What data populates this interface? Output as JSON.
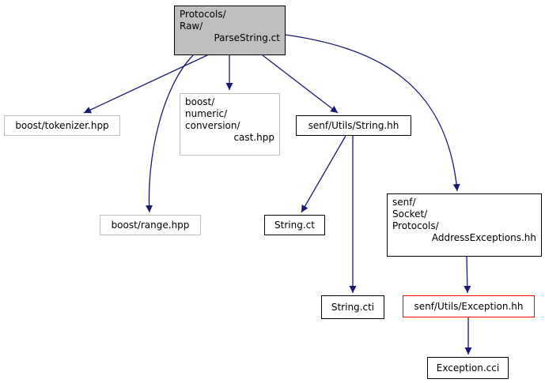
{
  "graph": {
    "nodes": [
      {
        "id": "parse_string_ct",
        "lines": [
          "Protocols/",
          "Raw/",
          "ParseString.ct"
        ],
        "style": "root"
      },
      {
        "id": "boost_tokenizer",
        "lines": [
          "boost/tokenizer.hpp"
        ],
        "style": "gray"
      },
      {
        "id": "boost_numeric_cast",
        "lines": [
          "boost/",
          "numeric/",
          "conversion/",
          "cast.hpp"
        ],
        "style": "gray"
      },
      {
        "id": "senf_string_hh",
        "lines": [
          "senf/Utils/String.hh"
        ],
        "style": "black"
      },
      {
        "id": "boost_range",
        "lines": [
          "boost/range.hpp"
        ],
        "style": "gray"
      },
      {
        "id": "string_ct",
        "lines": [
          "String.ct"
        ],
        "style": "black"
      },
      {
        "id": "address_exceptions",
        "lines": [
          "senf/",
          "Socket/",
          "Protocols/",
          "AddressExceptions.hh"
        ],
        "style": "black"
      },
      {
        "id": "string_cti",
        "lines": [
          "String.cti"
        ],
        "style": "black"
      },
      {
        "id": "senf_exception_hh",
        "lines": [
          "senf/Utils/Exception.hh"
        ],
        "style": "red"
      },
      {
        "id": "exception_cci",
        "lines": [
          "Exception.cci"
        ],
        "style": "black"
      }
    ],
    "edges": [
      {
        "from": "parse_string_ct",
        "to": "boost_tokenizer"
      },
      {
        "from": "parse_string_ct",
        "to": "boost_range"
      },
      {
        "from": "parse_string_ct",
        "to": "boost_numeric_cast"
      },
      {
        "from": "parse_string_ct",
        "to": "senf_string_hh"
      },
      {
        "from": "parse_string_ct",
        "to": "address_exceptions"
      },
      {
        "from": "senf_string_hh",
        "to": "string_ct"
      },
      {
        "from": "senf_string_hh",
        "to": "string_cti"
      },
      {
        "from": "address_exceptions",
        "to": "senf_exception_hh"
      },
      {
        "from": "senf_exception_hh",
        "to": "exception_cci"
      }
    ],
    "colors": {
      "edge": "#191970",
      "border_default": "#000000",
      "border_external": "#bfbfbf",
      "border_incomplete": "#ff0000",
      "root_fill": "#bfbfbf"
    }
  }
}
